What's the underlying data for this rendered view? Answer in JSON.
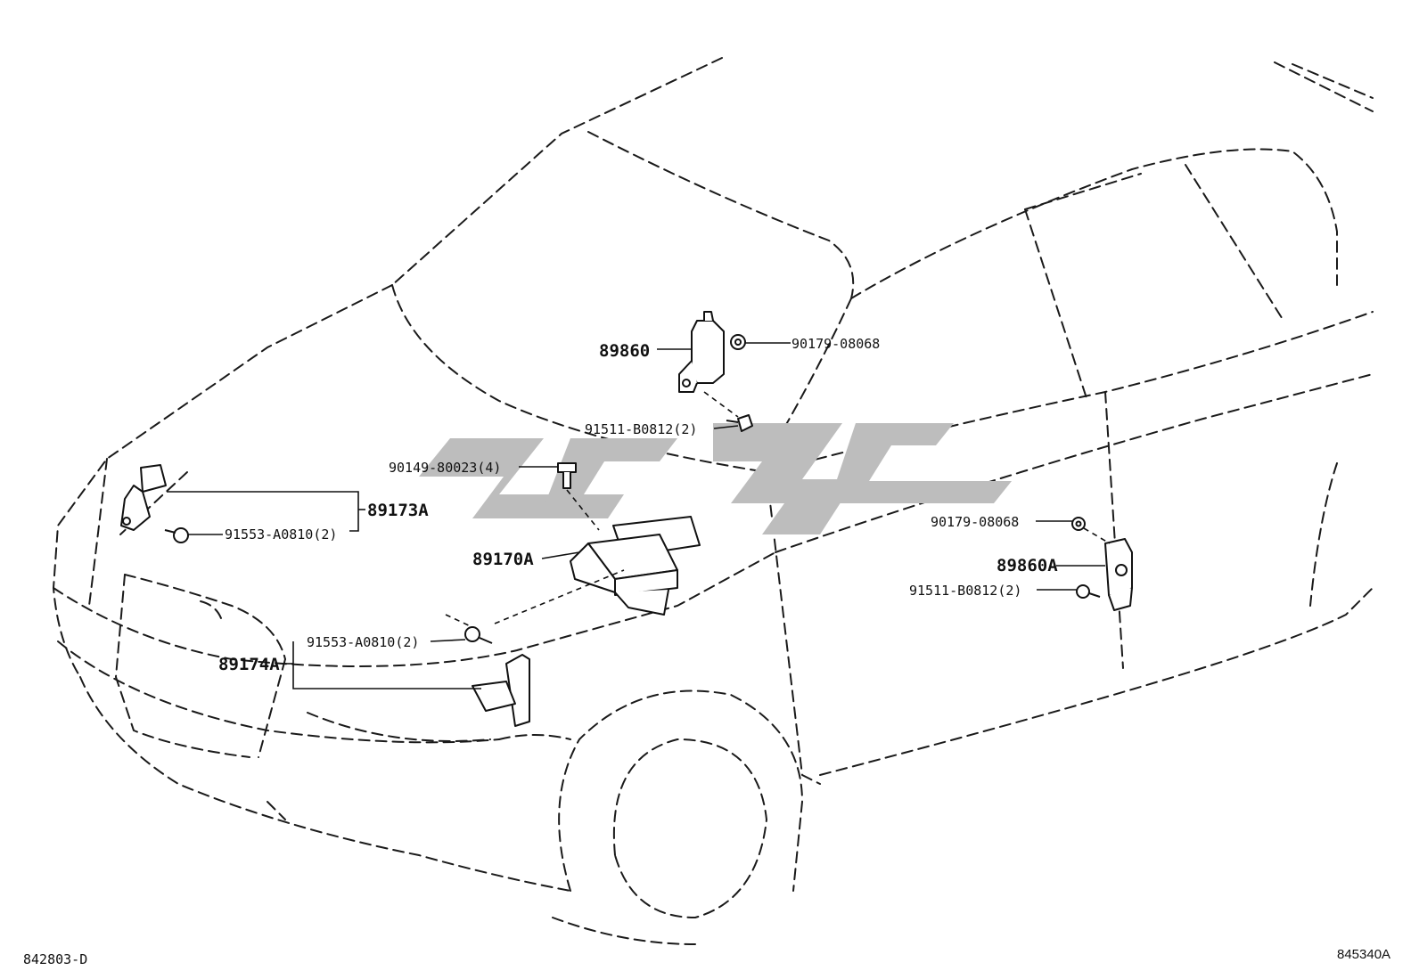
{
  "labels": {
    "p89860": "89860",
    "p90179_top": "90179-08068",
    "p91511_top": "91511-B0812(2)",
    "p90149": "90149-80023(4)",
    "p89173A": "89173A",
    "p91553_top": "91553-A0810(2)",
    "p89170A": "89170A",
    "p90179_right": "90179-08068",
    "p89860A": "89860A",
    "p91511_right": "91511-B0812(2)",
    "p91553_bottom": "91553-A0810(2)",
    "p89174A": "89174A"
  },
  "footer": {
    "left_code": "842803-D",
    "right_code": "845340A"
  },
  "colors": {
    "line": "#111111",
    "watermark": "#bdbdbd",
    "background": "#ffffff"
  }
}
